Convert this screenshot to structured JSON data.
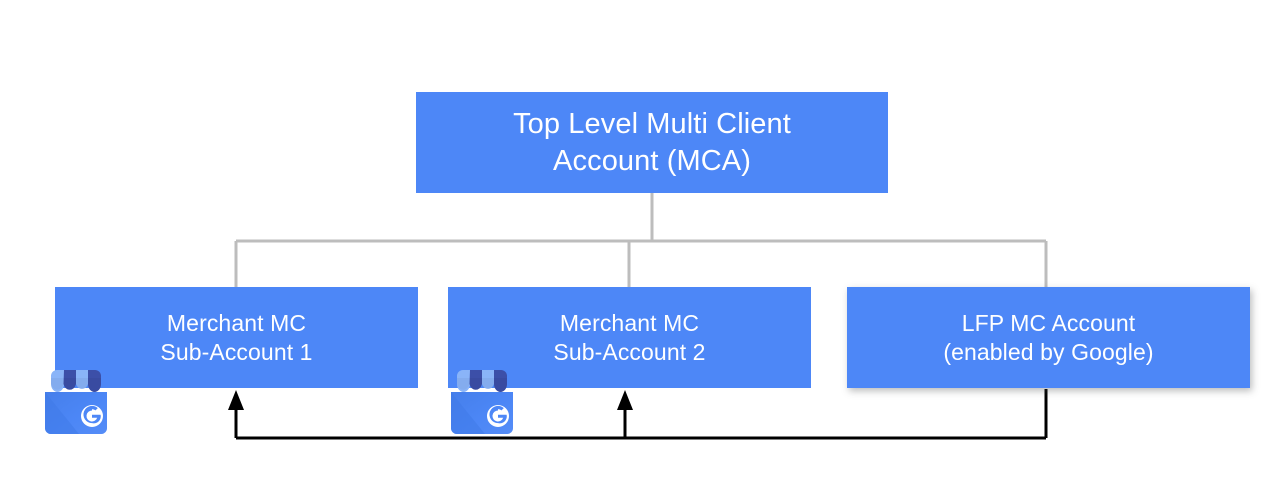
{
  "diagram": {
    "type": "org-hierarchy",
    "background_color": "#ffffff",
    "node_color": "#4d87f7",
    "node_text_color": "#ffffff",
    "tree_connector_color": "#bdbdbd",
    "arrow_connector_color": "#000000",
    "nodes": [
      {
        "id": "mca",
        "label": "Top Level Multi Client\nAccount (MCA)",
        "level": 0
      },
      {
        "id": "sub1",
        "label": "Merchant MC\nSub-Account 1",
        "level": 1,
        "icon": "google-business-profile-icon"
      },
      {
        "id": "sub2",
        "label": "Merchant MC\nSub-Account 2",
        "level": 1,
        "icon": "google-business-profile-icon"
      },
      {
        "id": "lfp",
        "label": "LFP MC Account\n(enabled by Google)",
        "level": 1
      }
    ],
    "edges": [
      {
        "from": "mca",
        "to": "sub1",
        "style": "tree"
      },
      {
        "from": "mca",
        "to": "sub2",
        "style": "tree"
      },
      {
        "from": "mca",
        "to": "lfp",
        "style": "tree"
      },
      {
        "from": "lfp",
        "to": "sub1",
        "style": "arrow"
      },
      {
        "from": "lfp",
        "to": "sub2",
        "style": "arrow"
      }
    ],
    "icon_colors": {
      "awning_light": "#8ab4f8",
      "awning_dark": "#3c4fa8",
      "storefront_body": "#4d87f7",
      "storefront_shade": "#4282ec",
      "letter": "#ffffff",
      "letter_glyph": "G"
    }
  }
}
